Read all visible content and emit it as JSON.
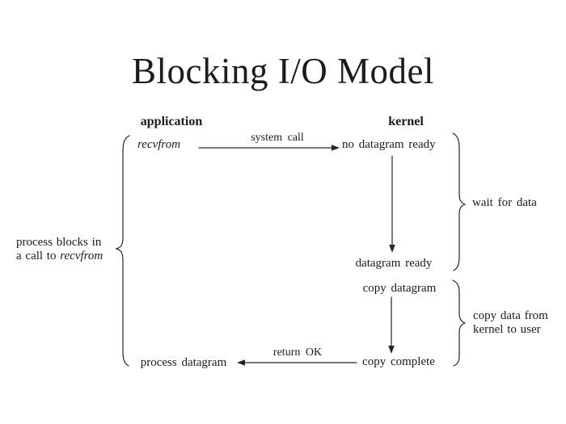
{
  "colors": {
    "background": "#ffffff",
    "text": "#1c1c1c",
    "line": "#262626"
  },
  "slide": {
    "title": "Blocking I/O Model",
    "headers": {
      "application": "application",
      "kernel": "kernel"
    },
    "application_column": {
      "recvfrom": "recvfrom",
      "process_datagram": "process datagram"
    },
    "kernel_column": {
      "no_datagram_ready": "no datagram ready",
      "datagram_ready": "datagram ready",
      "copy_datagram": "copy datagram",
      "copy_complete": "copy complete"
    },
    "arrow_labels": {
      "system_call": "system call",
      "return_ok": "return OK"
    },
    "side_notes": {
      "process_blocks": {
        "line1": "process blocks in",
        "line2_prefix": "a call to ",
        "line2_italic": "recvfrom"
      },
      "wait_for_data": "wait for data",
      "copy_data": {
        "line1": "copy data from",
        "line2": "kernel to user"
      }
    }
  }
}
